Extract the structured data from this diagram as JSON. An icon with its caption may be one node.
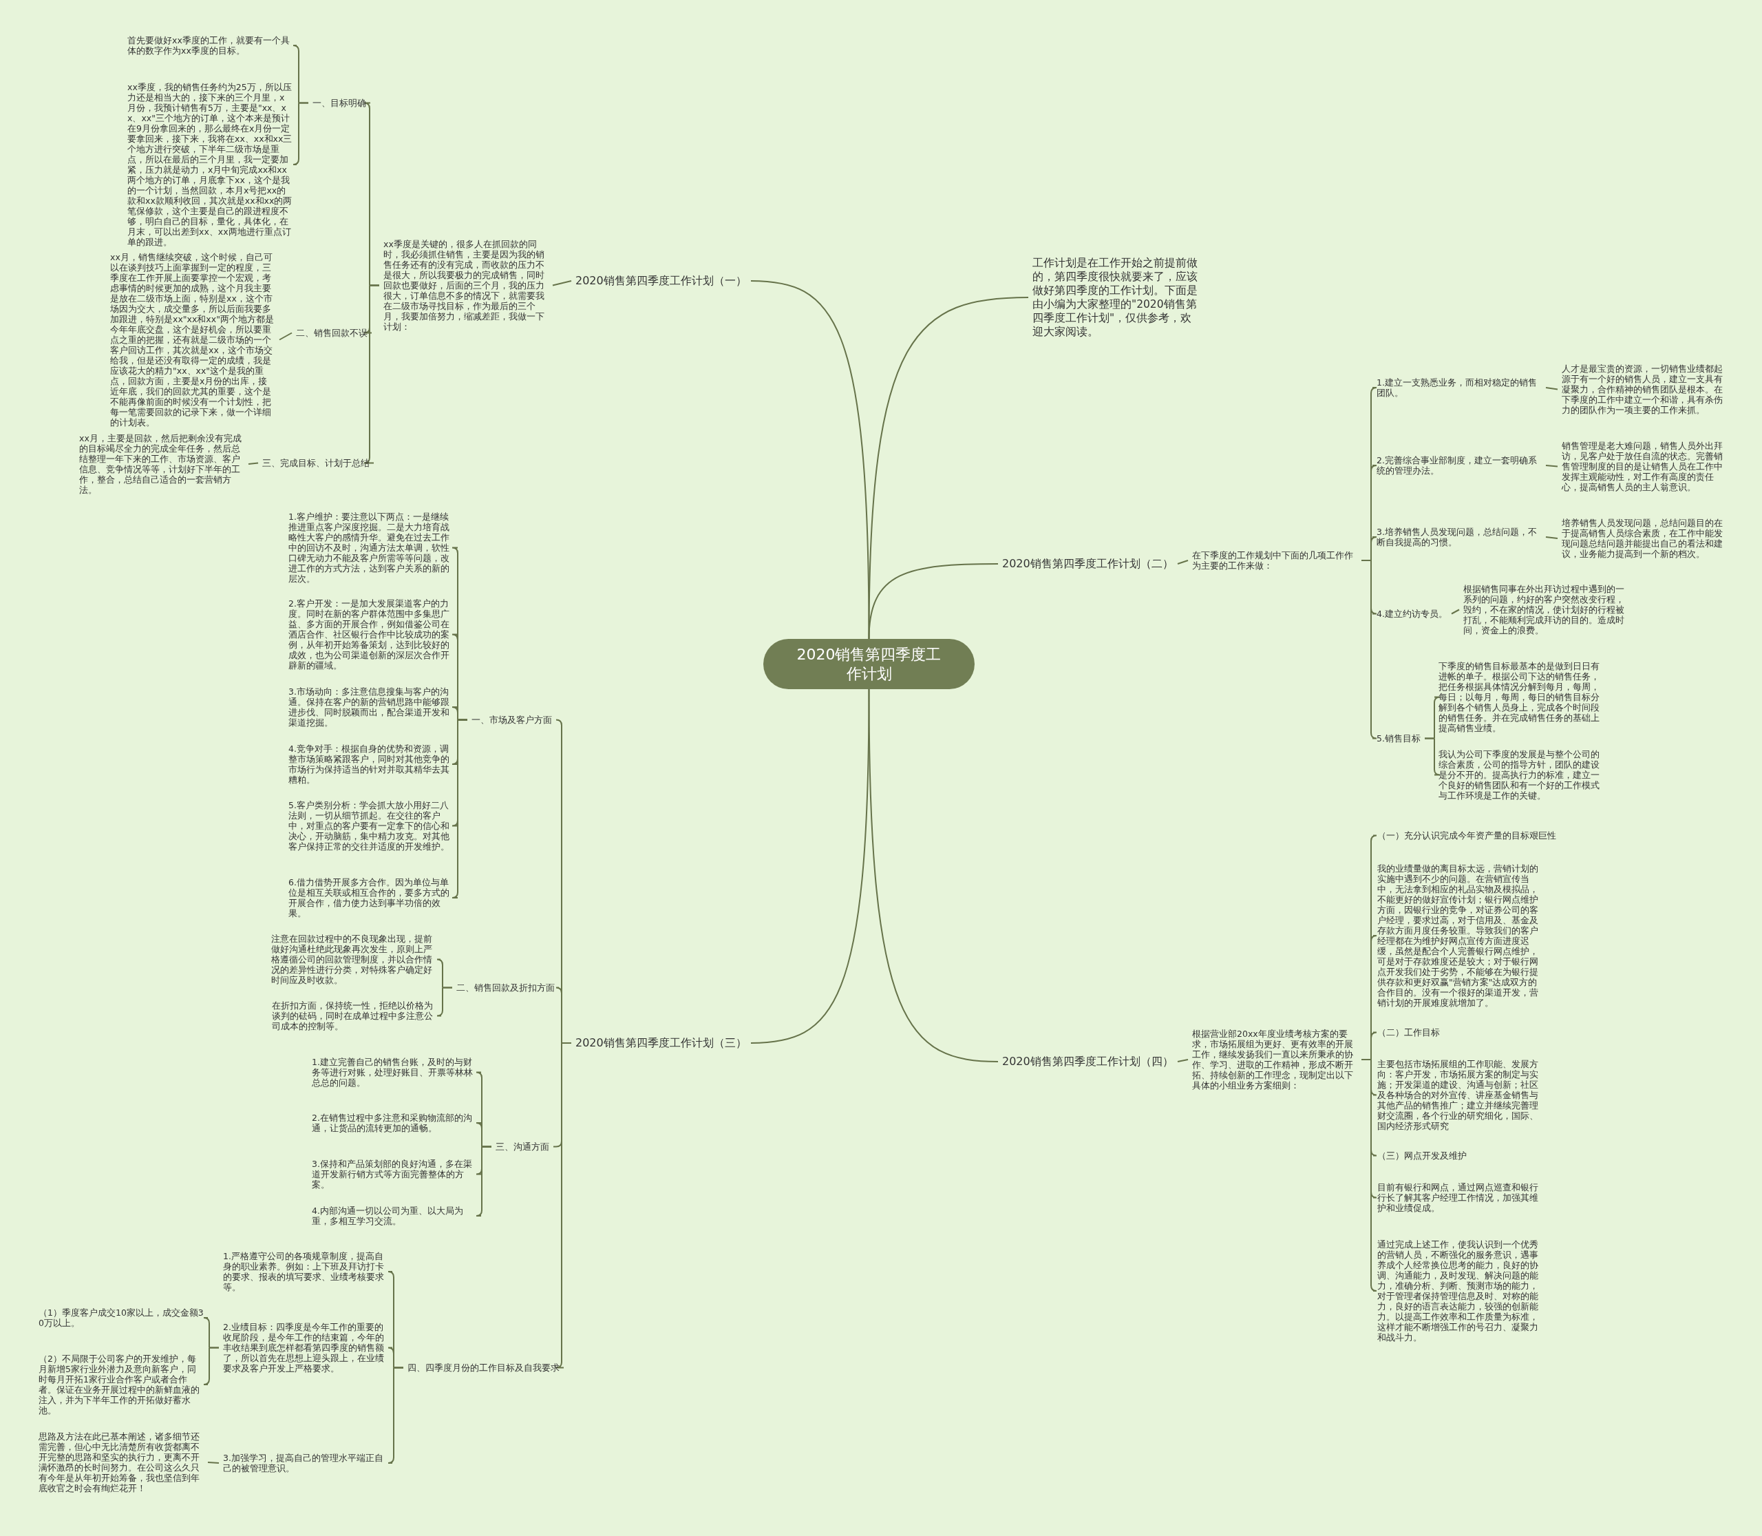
{
  "diagram": {
    "nodes": [
      {
        "text": [
          "2020销售第四季度工作计划"
        ]
      },
      {
        "text": [
          "工作计划是在工作开始之前提前做的，第四季度很快就要来了，应该做好第四季度的工作计划。下面是由小编为大家整理的\"2020销售第四季度工作计划\"，仅供参考，欢迎大家阅读。"
        ]
      },
      {
        "text": [
          "2020销售第四季度工作计划（二）"
        ]
      },
      {
        "text": [
          "在下季度的工作规划中下面的几项工作作为主要的工作来做："
        ]
      },
      {
        "text": [
          "1.建立一支熟悉业务，而相对稳定的销售团队。"
        ]
      },
      {
        "text": [
          "人才是最宝贵的资源，一切销售业绩都起源于有一个好的销售人员，建立一支具有凝聚力，合作精神的销售团队是根本。在下季度的工作中建立一个和谐，具有杀伤力的团队作为一项主要的工作来抓。"
        ]
      },
      {
        "text": [
          "2.完善综合事业部制度，建立一套明确系统的管理办法。"
        ]
      },
      {
        "text": [
          "销售管理是老大难问题，销售人员外出拜访，见客户处于放任自流的状态。完善销售管理制度的目的是让销售人员在工作中发挥主观能动性，对工作有高度的责任心，提高销售人员的主人翁意识。"
        ]
      },
      {
        "text": [
          "3.培养销售人员发现问题，总结问题，不断自我提高的习惯。"
        ]
      },
      {
        "text": [
          "培养销售人员发现问题，总结问题目的在于提高销售人员综合素质，在工作中能发现问题总结问题并能提出自己的看法和建议，业务能力提高到一个新的档次。"
        ]
      },
      {
        "text": [
          "4.建立约访专员。"
        ]
      },
      {
        "text": [
          "根据销售同事在外出拜访过程中遇到的一系列的问题，约好的客户突然改变行程，毁约，不在家的情况，使计划好的行程被打乱，不能顺利完成拜访的目的。造成时间，资金上的浪费。"
        ]
      },
      {
        "text": [
          "5.销售目标"
        ]
      },
      {
        "text": [
          "下季度的销售目标最基本的是做到日日有进帐的单子。根据公司下达的销售任务，把任务根据具体情况分解到每月，每周，每日；以每月，每周，每日的销售目标分解到各个销售人员身上，完成各个时间段的销售任务。并在完成销售任务的基础上提高销售业绩。"
        ]
      },
      {
        "text": [
          "我认为公司下季度的发展是与整个公司的综合素质，公司的指导方针，团队的建设是分不开的。提高执行力的标准，建立一个良好的销售团队和有一个好的工作模式与工作环境是工作的关键。"
        ]
      },
      {
        "text": [
          "2020销售第四季度工作计划（四）"
        ]
      },
      {
        "text": [
          "根据营业部20xx年度业绩考核方案的要求，市场拓展组为更好、更有效率的开展工作，继续发扬我们一直以来所秉承的协作、学习、进取的工作精神，形成不断开拓、持续创新的工作理念，现制定出以下具体的小组业务方案细则："
        ]
      },
      {
        "text": [
          "（一）充分认识完成今年资产量的目标艰巨性"
        ]
      },
      {
        "text": [
          "我的业绩量做的离目标太远，营销计划的实施中遇到不少的问题。在营销宣传当中，无法拿到相应的礼品实物及模拟品，不能更好的做好宣传计划；银行网点维护方面，因银行业的竞争，对证券公司的客户经理，要求过高，对于信用及、基金及存款方面月度任务较重。导致我们的客户经理都在为维护好网点宣传方面进度迟缓，虽然是配合个人完善银行网点维护，可是对于存款难度还是较大；对于银行网点开发我们处于劣势，不能够在为银行提供存款和更好双赢\"营销方案\"达成双方的合作目的。没有一个很好的渠道开发，营销计划的开展难度就增加了。"
        ]
      },
      {
        "text": [
          "（二）工作目标"
        ]
      },
      {
        "text": [
          "主要包括市场拓展组的工作职能、发展方向：客户开发，市场拓展方案的制定与实施；开发渠道的建设、沟通与创新；社区及各种场合的对外宣传、讲座基金销售与其他产品的销售推广；建立并继续完善理财交流圈，各个行业的研究细化，国际、国内经济形式研究"
        ]
      },
      {
        "text": [
          "（三）网点开发及维护"
        ]
      },
      {
        "text": [
          "目前有银行和网点，通过网点巡查和银行行长了解其客户经理工作情况，加强其维护和业绩促成。"
        ]
      },
      {
        "text": [
          "通过完成上述工作，使我认识到一个优秀的营销人员，不断强化的服务意识，遇事养成个人经常换位思考的能力，良好的协调、沟通能力，及时发现、解决问题的能力，准确分析、判断、预测市场的能力，对于管理者保持管理信息及时、对称的能力，良好的语言表达能力，较强的创新能力。以提高工作效率和工作质量为标准，这样才能不断增强工作的号召力、凝聚力和战斗力。"
        ]
      },
      {
        "text": [
          "2020销售第四季度工作计划（一）"
        ]
      },
      {
        "text": [
          "xx季度是关键的，很多人在抓回款的同时，我必须抓住销售，主要是因为我的销售任务还有的没有完成，而收款的压力不是很大，所以我要极力的完成销售，同时回款也要做好，后面的三个月，我的压力很大，订单信息不多的情况下，就需要我在二级市场寻找目标，作为最后的三个月，我要加倍努力，缩减差距，我做一下计划："
        ]
      },
      {
        "text": [
          "一、目标明确"
        ]
      },
      {
        "text": [
          "首先要做好xx季度的工作，就要有一个具体的数字作为xx季度的目标。"
        ]
      },
      {
        "text": [
          "xx季度，我的销售任务约为25万，所以压力还是相当大的，接下来的三个月里，x月份，我预计销售有5万，主要是\"xx、xx、xx\"三个地方的订单，这个本来是预计在9月份拿回来的，那么最终在x月份一定要拿回来，接下来，我将在xx、xx和xx三个地方进行突破，下半年二级市场是重点，所以在最后的三个月里，我一定要加紧，压力就是动力，x月中旬完成xx和xx两个地方的订单，月底拿下xx，这个是我的一个计划，当然回款，本月x号把xx的款和xx款顺利收回，其次就是xx和xx的两笔保修款，这个主要是自己的跟进程度不够，明白自己的目标，量化，具体化，在月末，可以出差到xx、xx两地进行重点订单的跟进。"
        ]
      },
      {
        "text": [
          "二、销售回款不误"
        ]
      },
      {
        "text": [
          "xx月，销售继续突破，这个时候，自己可以在谈判技巧上面掌握到一定的程度，三季度在工作开展上面要掌控一个宏观，考虑事情的时候更加的成熟，这个月我主要是放在二级市场上面，特别是xx，这个市场因为交大，成交量多，所以后面我要多加跟进，特别是xx\"xx和xx\"两个地方都是今年年底交盘，这个是好机会，所以要重点之重的把握，还有就是二级市场的一个客户回访工作，其次就是xx，这个市场交给我，但是还没有取得一定的成绩，我是应该花大的精力\"xx、xx\"这个是我的重点，回款方面，主要是x月份的出库，接近年底，我们的回款尤其的重要，这个是不能再像前面的时候没有一个计划性，把每一笔需要回款的记录下来，做一个详细的计划表。"
        ]
      },
      {
        "text": [
          "三、完成目标、计划于总结"
        ]
      },
      {
        "text": [
          "xx月，主要是回款，然后把剩余没有完成的目标竭尽全力的完成全年任务，然后总结整理一年下来的工作、市场资源、客户信息、竞争情况等等，计划好下半年的工作，整合，总结自己适合的一套营销方法。"
        ]
      },
      {
        "text": [
          "2020销售第四季度工作计划（三）"
        ]
      },
      {
        "text": [
          "一、市场及客户方面"
        ]
      },
      {
        "text": [
          "1.客户维护：要注意以下两点：一是继续推进重点客户深度挖掘。二是大力培育战略性大客户的感情升华。避免在过去工作中的回访不及时，沟通方法太单调，软性口碑无动力不能及客户所需等等问题，改进工作的方式方法，达到客户关系的新的层次。"
        ]
      },
      {
        "text": [
          "2.客户开发：一是加大发展渠道客户的力度。同时在新的客户群体范围中多集思广益、多方面的开展合作，例如借鉴公司在酒店合作、社区银行合作中比较成功的案例，从年初开始筹备策划，达到比较好的成效，也为公司渠道创新的深层次合作开辟新的疆域。"
        ]
      },
      {
        "text": [
          "3.市场动向：多注意信息搜集与客户的沟通。保持在客户的新的营销思路中能够跟进步伐、同时脱颖而出，配合渠道开发和渠道挖掘。"
        ]
      },
      {
        "text": [
          "4.竞争对手：根据自身的优势和资源，调整市场策略紧跟客户，同时对其他竞争的市场行为保持适当的针对并取其精华去其糟粕。"
        ]
      },
      {
        "text": [
          "5.客户类别分析：学会抓大放小用好二八法则，一切从细节抓起。在交往的客户中，对重点的客户要有一定拿下的信心和决心，开动脑筋，集中精力攻克。对其他客户保持正常的交往并适度的开发维护。"
        ]
      },
      {
        "text": [
          "6.借力借势开展多方合作。因为单位与单位是相互关联或相互合作的，要多方式的开展合作，借力使力达到事半功倍的效果。"
        ]
      },
      {
        "text": [
          "二、销售回款及折扣方面"
        ]
      },
      {
        "text": [
          "注意在回款过程中的不良现象出现，提前做好沟通杜绝此现象再次发生，原则上严格遵循公司的回款管理制度，并以合作情况的差异性进行分类，对特殊客户确定好时间应及时收款。"
        ]
      },
      {
        "text": [
          "在折扣方面，保持统一性，拒绝以价格为谈判的砝码，同时在成单过程中多注意公司成本的控制等。"
        ]
      },
      {
        "text": [
          "三、沟通方面"
        ]
      },
      {
        "text": [
          "1.建立完善自己的销售台账，及时的与财务等进行对账，处理好账目、开票等林林总总的问题。"
        ]
      },
      {
        "text": [
          "2.在销售过程中多注意和采购物流部的沟通，让货品的流转更加的通畅。"
        ]
      },
      {
        "text": [
          "3.保持和产品策划部的良好沟通，多在渠道开发新行销方式等方面完善整体的方案。"
        ]
      },
      {
        "text": [
          "4.内部沟通一切以公司为重、以大局为重，多相互学习交流。"
        ]
      },
      {
        "text": [
          "四、四季度月份的工作目标及自我要求"
        ]
      },
      {
        "text": [
          "1.严格遵守公司的各项规章制度，提高自身的职业素养。例如：上下班及拜访打卡的要求、报表的填写要求、业绩考核要求等。"
        ]
      },
      {
        "text": [
          "2.业绩目标：四季度是今年工作的重要的收尾阶段，是今年工作的结束篇，今年的丰收结果到底怎样都看第四季度的销售额了，所以首先在思想上迎头跟上，在业绩要求及客户开发上严格要求。"
        ]
      },
      {
        "text": [
          "（1）季度客户成交10家以上，成交金额30万以上。"
        ]
      },
      {
        "text": [
          "（2）不局限于公司客户的开发维护，每月新增5家行业外潜力及意向新客户，同时每月开拓1家行业合作客户或者合作者。保证在业务开展过程中的新鲜血液的注入，并为下半年工作的开拓做好蓄水池。"
        ]
      },
      {
        "text": [
          "3.加强学习，提高自己的管理水平端正自己的被管理意识。"
        ]
      },
      {
        "text": [
          "思路及方法在此已基本阐述，诸多细节还需完善，但心中无比清楚所有收货都离不开完整的思路和坚实的执行力，更离不开满怀激昂的长时间努力。在公司这么久只有今年是从年初开始筹备，我也坚信到年底收官之时会有绚烂花开！"
        ]
      }
    ],
    "edges": [
      {
        "from": 0,
        "to": 1,
        "arrow": "none"
      },
      {
        "from": 0,
        "to": 2,
        "arrow": "none"
      },
      {
        "from": 2,
        "to": 3,
        "arrow": "none"
      },
      {
        "from": 3,
        "to": 4,
        "arrow": "none"
      },
      {
        "from": 4,
        "to": 5,
        "arrow": "none"
      },
      {
        "from": 3,
        "to": 6,
        "arrow": "none"
      },
      {
        "from": 6,
        "to": 7,
        "arrow": "none"
      },
      {
        "from": 3,
        "to": 8,
        "arrow": "none"
      },
      {
        "from": 8,
        "to": 9,
        "arrow": "none"
      },
      {
        "from": 3,
        "to": 10,
        "arrow": "none"
      },
      {
        "from": 10,
        "to": 11,
        "arrow": "none"
      },
      {
        "from": 3,
        "to": 12,
        "arrow": "none"
      },
      {
        "from": 12,
        "to": 13,
        "arrow": "none"
      },
      {
        "from": 12,
        "to": 14,
        "arrow": "none"
      },
      {
        "from": 0,
        "to": 15,
        "arrow": "none"
      },
      {
        "from": 15,
        "to": 16,
        "arrow": "none"
      },
      {
        "from": 16,
        "to": 17,
        "arrow": "none"
      },
      {
        "from": 16,
        "to": 18,
        "arrow": "none"
      },
      {
        "from": 16,
        "to": 19,
        "arrow": "none"
      },
      {
        "from": 16,
        "to": 20,
        "arrow": "none"
      },
      {
        "from": 16,
        "to": 21,
        "arrow": "none"
      },
      {
        "from": 16,
        "to": 22,
        "arrow": "none"
      },
      {
        "from": 16,
        "to": 23,
        "arrow": "none"
      },
      {
        "from": 0,
        "to": 24,
        "arrow": "none"
      },
      {
        "from": 24,
        "to": 25,
        "arrow": "none"
      },
      {
        "from": 25,
        "to": 26,
        "arrow": "none"
      },
      {
        "from": 26,
        "to": 27,
        "arrow": "none"
      },
      {
        "from": 26,
        "to": 28,
        "arrow": "none"
      },
      {
        "from": 25,
        "to": 29,
        "arrow": "none"
      },
      {
        "from": 29,
        "to": 30,
        "arrow": "none"
      },
      {
        "from": 25,
        "to": 31,
        "arrow": "none"
      },
      {
        "from": 31,
        "to": 32,
        "arrow": "none"
      },
      {
        "from": 0,
        "to": 33,
        "arrow": "none"
      },
      {
        "from": 33,
        "to": 34,
        "arrow": "none"
      },
      {
        "from": 34,
        "to": 35,
        "arrow": "none"
      },
      {
        "from": 34,
        "to": 36,
        "arrow": "none"
      },
      {
        "from": 34,
        "to": 37,
        "arrow": "none"
      },
      {
        "from": 34,
        "to": 38,
        "arrow": "none"
      },
      {
        "from": 34,
        "to": 39,
        "arrow": "none"
      },
      {
        "from": 34,
        "to": 40,
        "arrow": "none"
      },
      {
        "from": 33,
        "to": 41,
        "arrow": "none"
      },
      {
        "from": 41,
        "to": 42,
        "arrow": "none"
      },
      {
        "from": 41,
        "to": 43,
        "arrow": "none"
      },
      {
        "from": 33,
        "to": 44,
        "arrow": "none"
      },
      {
        "from": 44,
        "to": 45,
        "arrow": "none"
      },
      {
        "from": 44,
        "to": 46,
        "arrow": "none"
      },
      {
        "from": 44,
        "to": 47,
        "arrow": "none"
      },
      {
        "from": 44,
        "to": 48,
        "arrow": "none"
      },
      {
        "from": 33,
        "to": 49,
        "arrow": "none"
      },
      {
        "from": 49,
        "to": 50,
        "arrow": "none"
      },
      {
        "from": 49,
        "to": 51,
        "arrow": "none"
      },
      {
        "from": 51,
        "to": 52,
        "arrow": "none"
      },
      {
        "from": 51,
        "to": 53,
        "arrow": "none"
      },
      {
        "from": 49,
        "to": 54,
        "arrow": "none"
      },
      {
        "from": 54,
        "to": 55,
        "arrow": "none"
      }
    ]
  }
}
